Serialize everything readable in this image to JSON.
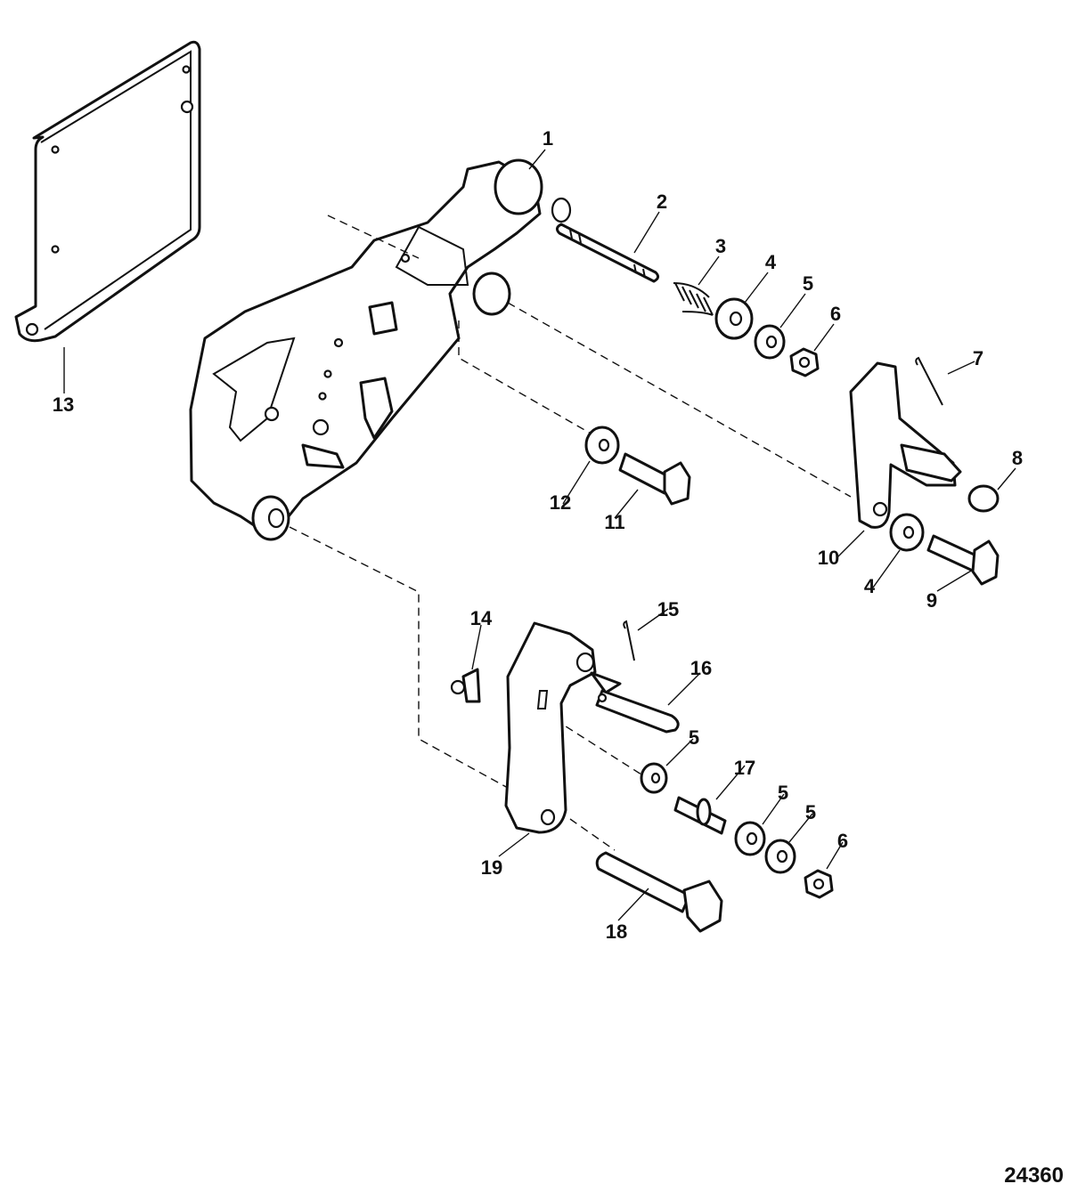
{
  "callouts": [
    {
      "id": "c1",
      "text": "1"
    },
    {
      "id": "c2",
      "text": "2"
    },
    {
      "id": "c3",
      "text": "3"
    },
    {
      "id": "c4a",
      "text": "4"
    },
    {
      "id": "c5a",
      "text": "5"
    },
    {
      "id": "c6a",
      "text": "6"
    },
    {
      "id": "c7",
      "text": "7"
    },
    {
      "id": "c8",
      "text": "8"
    },
    {
      "id": "c9",
      "text": "9"
    },
    {
      "id": "c10",
      "text": "10"
    },
    {
      "id": "c4b",
      "text": "4"
    },
    {
      "id": "c11",
      "text": "11"
    },
    {
      "id": "c12",
      "text": "12"
    },
    {
      "id": "c13",
      "text": "13"
    },
    {
      "id": "c14",
      "text": "14"
    },
    {
      "id": "c15",
      "text": "15"
    },
    {
      "id": "c16",
      "text": "16"
    },
    {
      "id": "c5b",
      "text": "5"
    },
    {
      "id": "c17",
      "text": "17"
    },
    {
      "id": "c5c",
      "text": "5"
    },
    {
      "id": "c5d",
      "text": "5"
    },
    {
      "id": "c6b",
      "text": "6"
    },
    {
      "id": "c19",
      "text": "19"
    },
    {
      "id": "c18",
      "text": "18"
    }
  ],
  "reference_number": "24360"
}
